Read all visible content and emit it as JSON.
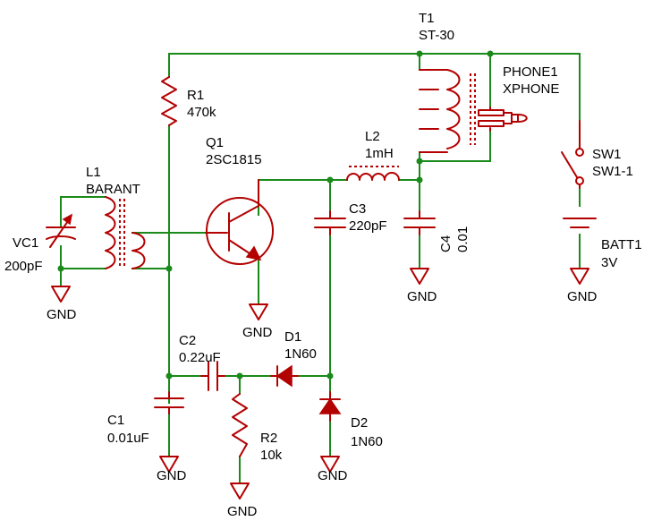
{
  "colors": {
    "wire": "#1a8a1a",
    "symbol": "#b30000",
    "text": "#000000",
    "background": "#ffffff"
  },
  "components": {
    "t1": {
      "ref": "T1",
      "value": "ST-30"
    },
    "r1": {
      "ref": "R1",
      "value": "470k"
    },
    "phone1": {
      "ref": "PHONE1",
      "value": "XPHONE"
    },
    "q1": {
      "ref": "Q1",
      "value": "2SC1815"
    },
    "l2": {
      "ref": "L2",
      "value": "1mH"
    },
    "sw1": {
      "ref": "SW1",
      "value": "SW1-1"
    },
    "l1": {
      "ref": "L1",
      "value": "BARANT"
    },
    "c3": {
      "ref": "C3",
      "value": "220pF"
    },
    "c4": {
      "ref": "C4",
      "value": "0.01"
    },
    "batt1": {
      "ref": "BATT1",
      "value": "3V"
    },
    "vc1": {
      "ref": "VC1",
      "value": "200pF"
    },
    "c2": {
      "ref": "C2",
      "value": "0.22uF"
    },
    "d1": {
      "ref": "D1",
      "value": "1N60"
    },
    "c1": {
      "ref": "C1",
      "value": "0.01uF"
    },
    "r2": {
      "ref": "R2",
      "value": "10k"
    },
    "d2": {
      "ref": "D2",
      "value": "1N60"
    }
  },
  "gnd_label": "GND"
}
